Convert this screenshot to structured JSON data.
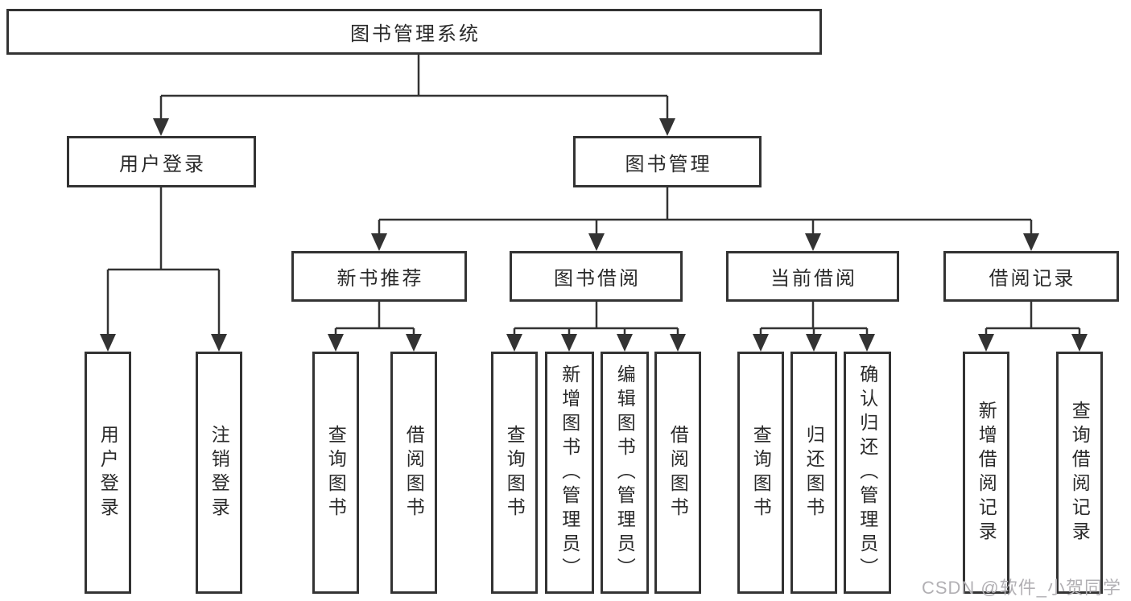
{
  "hierarchy": {
    "root": "图书管理系统",
    "children": [
      {
        "label": "用户登录",
        "children": [
          "用户登录",
          "注销登录"
        ]
      },
      {
        "label": "图书管理",
        "children": [
          {
            "label": "新书推荐",
            "children": [
              "查询图书",
              "借阅图书"
            ]
          },
          {
            "label": "图书借阅",
            "children": [
              "查询图书",
              "新增图书（管理员）",
              "编辑图书（管理员）",
              "借阅图书"
            ]
          },
          {
            "label": "当前借阅",
            "children": [
              "查询图书",
              "归还图书",
              "确认归还（管理员）"
            ]
          },
          {
            "label": "借阅记录",
            "children": [
              "新增借阅记录",
              "查询借阅记录"
            ]
          }
        ]
      }
    ]
  },
  "watermark": {
    "text": "CSDN @软件_小贺同学"
  },
  "colors": {
    "line-color": "#333333",
    "text-color": "#2a2a2a",
    "watermark-color": "#b2b0b4",
    "background-color": "#ffffff"
  }
}
